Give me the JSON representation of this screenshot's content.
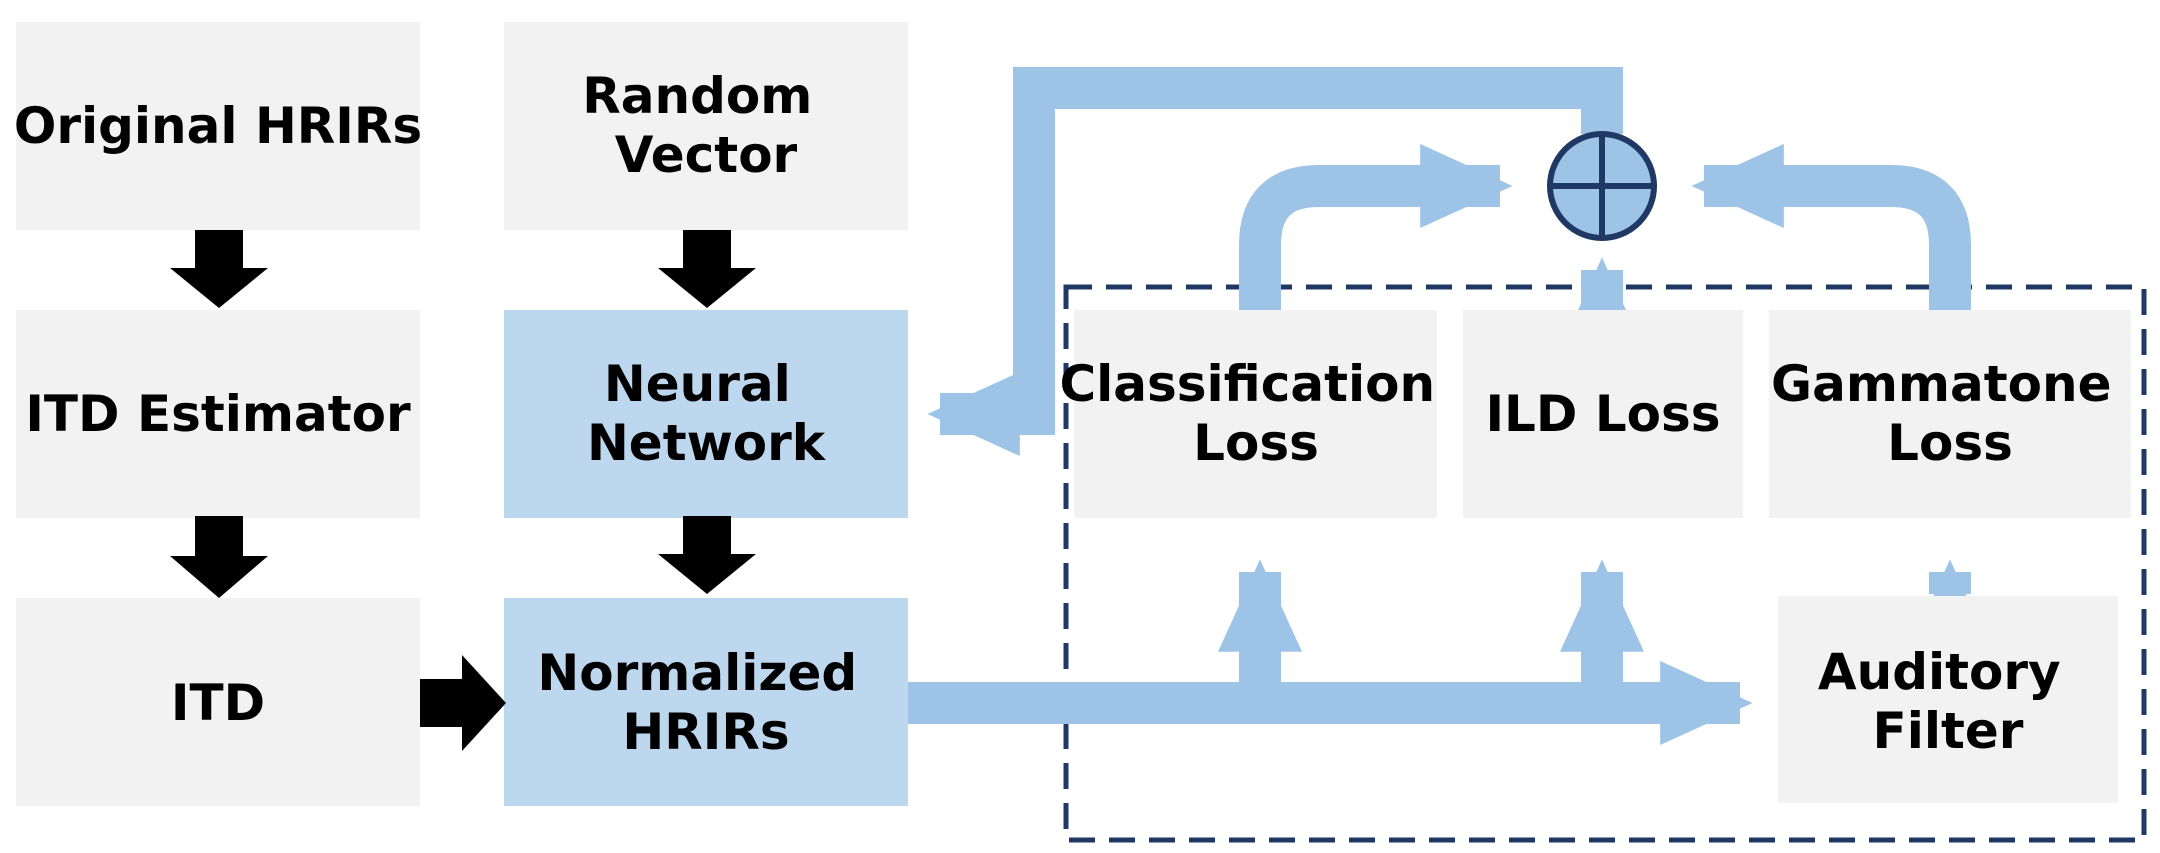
{
  "colors": {
    "gray_box": "#f2f2f2",
    "blue_box": "#bdd7ee",
    "blue_arrow": "#9dc3e6",
    "black_arrow": "#000000",
    "dashed_border": "#1f3864",
    "sum_fill": "#9dc3e6",
    "sum_stroke": "#1f3864"
  },
  "boxes": {
    "original_hrirs": [
      "Original HRIRs"
    ],
    "itd_estimator": [
      "ITD Estimator"
    ],
    "itd": [
      "ITD"
    ],
    "random_vector": [
      "Random",
      "Vector"
    ],
    "neural_network": [
      "Neural",
      "Network"
    ],
    "normalized_hrirs": [
      "Normalized",
      "HRIRs"
    ],
    "classification_loss": [
      "Classification",
      "Loss"
    ],
    "ild_loss": [
      "ILD Loss"
    ],
    "gammatone_loss": [
      "Gammatone",
      "Loss"
    ],
    "auditory_filter": [
      "Auditory",
      "Filter"
    ]
  },
  "sum_node": {
    "symbol": "circled-plus",
    "icon": "sum-icon"
  }
}
